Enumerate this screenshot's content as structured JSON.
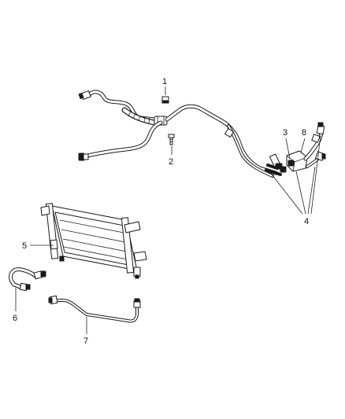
{
  "diagram": {
    "callouts": [
      {
        "id": "c1",
        "text": "1"
      },
      {
        "id": "c2",
        "text": "2"
      },
      {
        "id": "c3",
        "text": "3"
      },
      {
        "id": "c8",
        "text": "8"
      },
      {
        "id": "c4",
        "text": "4"
      },
      {
        "id": "c5",
        "text": "5"
      },
      {
        "id": "c6",
        "text": "6"
      },
      {
        "id": "c7",
        "text": "7"
      }
    ],
    "colors": {
      "line": "#1a1a1a",
      "background": "#ffffff"
    }
  }
}
